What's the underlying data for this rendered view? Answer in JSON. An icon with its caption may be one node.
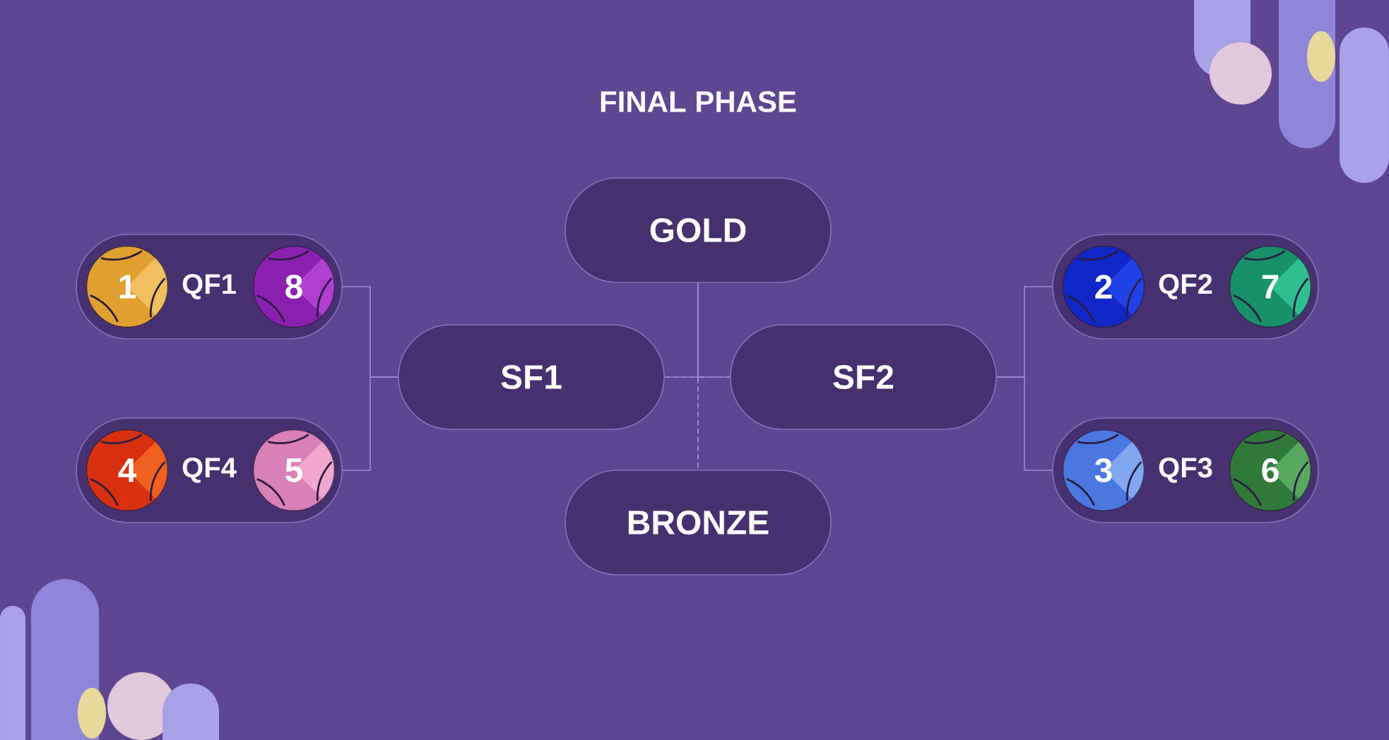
{
  "diagram": {
    "title": "FINAL PHASE",
    "nodes": [
      {
        "text": [
          "QF1"
        ]
      },
      {
        "text": [
          "1"
        ],
        "in": 0
      },
      {
        "text": [
          "8"
        ],
        "in": 0
      },
      {
        "text": [
          "QF4"
        ]
      },
      {
        "text": [
          "4"
        ],
        "in": 3
      },
      {
        "text": [
          "5"
        ],
        "in": 3
      },
      {
        "text": [
          "GOLD"
        ]
      },
      {
        "text": [
          "SF1"
        ]
      },
      {
        "text": [
          "SF2"
        ]
      },
      {
        "text": [
          "BRONZE"
        ]
      },
      {
        "text": [
          "QF2"
        ]
      },
      {
        "text": [
          "2"
        ],
        "in": 10
      },
      {
        "text": [
          "7"
        ],
        "in": 10
      },
      {
        "text": [
          "QF3"
        ]
      },
      {
        "text": [
          "3"
        ],
        "in": 13
      },
      {
        "text": [
          "6"
        ],
        "in": 13
      }
    ],
    "edges": [
      {
        "from": 0,
        "to": 7,
        "arrow": "none"
      },
      {
        "from": 3,
        "to": 7,
        "arrow": "none"
      },
      {
        "from": 10,
        "to": 8,
        "arrow": "none"
      },
      {
        "from": 13,
        "to": 8,
        "arrow": "none"
      },
      {
        "from": 7,
        "to": 6,
        "arrow": "none"
      },
      {
        "from": 8,
        "to": 6,
        "arrow": "none"
      },
      {
        "from": 7,
        "to": 9,
        "arrow": "none",
        "style": "dashed"
      },
      {
        "from": 8,
        "to": 9,
        "arrow": "none",
        "style": "dashed"
      }
    ]
  }
}
